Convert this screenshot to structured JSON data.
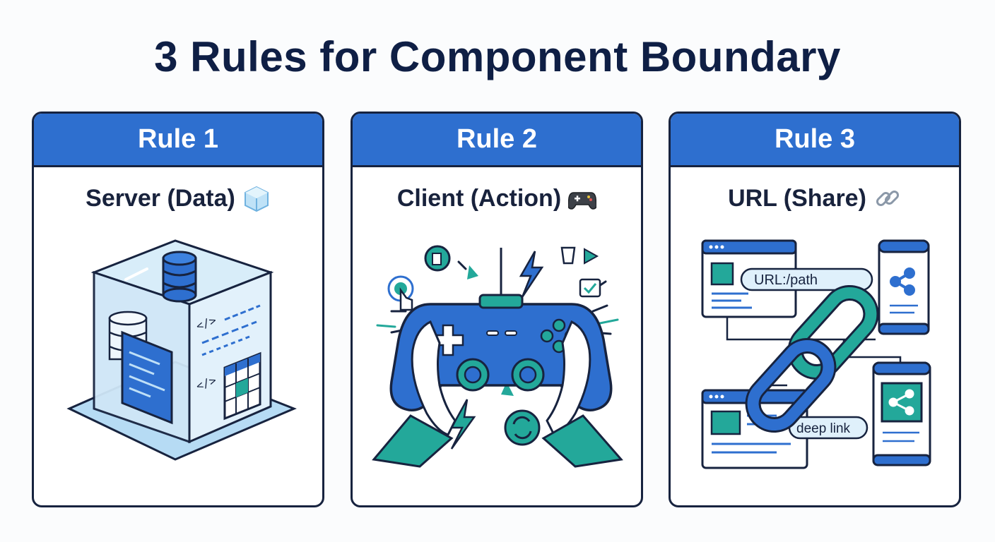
{
  "title": "3 Rules for Component Boundary",
  "cards": [
    {
      "header": "Rule 1",
      "subtitle": "Server (Data)",
      "icon": "ice-cube-icon",
      "code_tags": [
        "</>",
        "</>"
      ]
    },
    {
      "header": "Rule 2",
      "subtitle": "Client (Action)",
      "icon": "game-controller-icon"
    },
    {
      "header": "Rule 3",
      "subtitle": "URL (Share)",
      "icon": "chain-link-icon",
      "url_label": "URL:/path",
      "deep_link_label": "deep link"
    }
  ],
  "colors": {
    "accent_blue": "#2e6fcf",
    "teal": "#23a89a",
    "ink": "#17233f",
    "ice": "#cfe6f7"
  }
}
